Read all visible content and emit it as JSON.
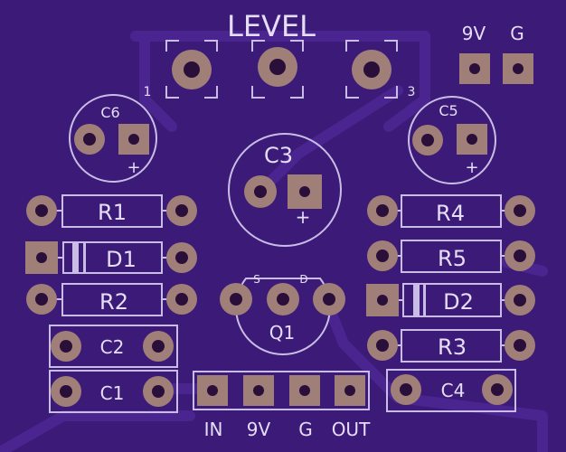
{
  "board": {
    "background": "#3b1a78",
    "silkscreen_color": "#c9bde6",
    "pad_color": "#a07f78",
    "title": "LEVEL"
  },
  "labels": {
    "pot_pin1": "1",
    "pot_pin3": "3",
    "power": "9V",
    "ground": "G",
    "c6": "C6",
    "c5": "C5",
    "c3": "C3",
    "r1": "R1",
    "r2": "R2",
    "r3": "R3",
    "r4": "R4",
    "r5": "R5",
    "d1": "D1",
    "d2": "D2",
    "c1": "C1",
    "c2": "C2",
    "c4": "C4",
    "q1": "Q1",
    "q1_s": "S",
    "q1_d": "D",
    "plus": "+",
    "io_in": "IN",
    "io_9v": "9V",
    "io_g": "G",
    "io_out": "OUT"
  }
}
